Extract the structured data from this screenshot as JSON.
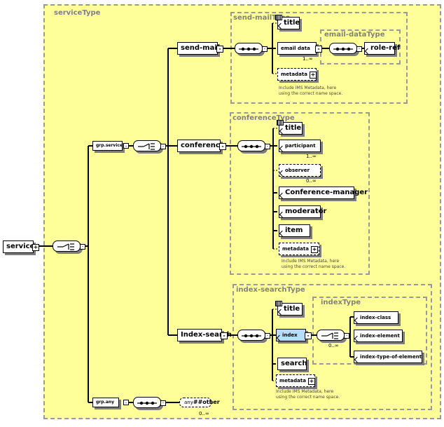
{
  "types": {
    "service": "serviceType",
    "send_mail": "send-mailType",
    "email_data": "email-dataType",
    "conference": "conferenceType",
    "index_search": "index-searchType",
    "index": "indexType"
  },
  "elements": {
    "service": "service",
    "send_mail": "send-mail",
    "conference": "conference",
    "index_search": "Index-search",
    "grp_service": "grp.service",
    "grp_any": "grp.any",
    "any_other": "##other"
  },
  "any_prefix": "any",
  "send_mail": {
    "title": "title",
    "email_data": "email data",
    "email_data_card": "1..∞",
    "role_ref": "role-ref",
    "metadata": "metadata",
    "doc_1": "Include IMS Metadata, here",
    "doc_2": "using the correct name space."
  },
  "conference": {
    "title": "title",
    "participant": "participant",
    "participant_card": "1..∞",
    "observer": "observer",
    "observer_card": "0..∞",
    "conference_manager": "Conference-manager",
    "moderator": "moderator",
    "item": "item",
    "metadata": "metadata",
    "doc_1": "Include IMS Metadata, here",
    "doc_2": "using the correct name space."
  },
  "index_search": {
    "title": "title",
    "index": "index",
    "search": "search",
    "metadata": "metadata",
    "doc_1": "Include IMS Metadata, here",
    "doc_2": "using the correct name space.",
    "index_card": "0..∞",
    "index_class": "index-class",
    "index_element": "index-element",
    "index_type_of_element": "index-type-of-element"
  },
  "any_card": "0..∞",
  "colors": {
    "background": "#ffff99",
    "border": "#999999",
    "highlight": "#b7dcf5",
    "label": "#808080"
  }
}
